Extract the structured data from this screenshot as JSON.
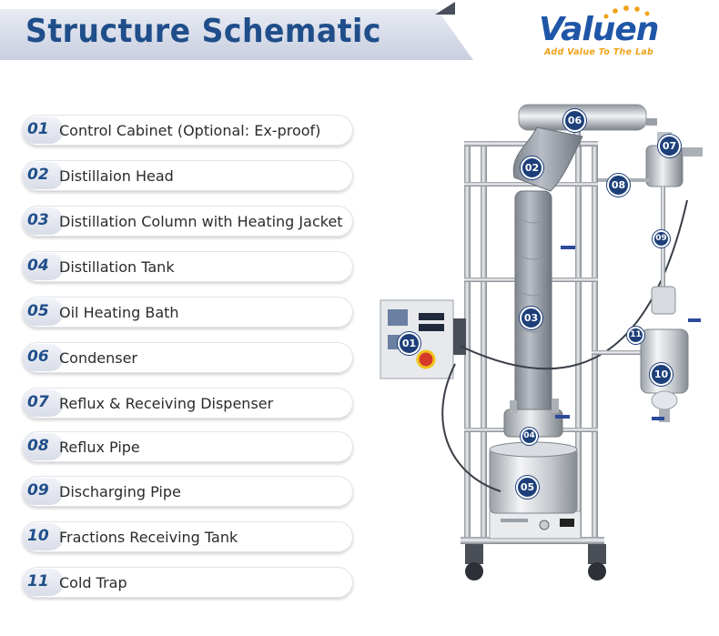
{
  "header": {
    "title": "Structure Schematic",
    "logo_text": "Valuen",
    "logo_tagline": "Add Value To The Lab"
  },
  "parts": [
    {
      "num": "01",
      "label": "Control Cabinet (Optional: Ex-proof)"
    },
    {
      "num": "02",
      "label": "Distillaion Head"
    },
    {
      "num": "03",
      "label": "Distillation Column with Heating Jacket"
    },
    {
      "num": "04",
      "label": "Distillation Tank"
    },
    {
      "num": "05",
      "label": "Oil Heating Bath"
    },
    {
      "num": "06",
      "label": "Condenser"
    },
    {
      "num": "07",
      "label": "Reflux & Receiving Dispenser"
    },
    {
      "num": "08",
      "label": "Reflux Pipe"
    },
    {
      "num": "09",
      "label": "Discharging Pipe"
    },
    {
      "num": "10",
      "label": "Fractions Receiving Tank"
    },
    {
      "num": "11",
      "label": "Cold Trap"
    }
  ],
  "callouts": [
    "06",
    "07",
    "02",
    "08",
    "09",
    "03",
    "11",
    "01",
    "10",
    "04",
    "05"
  ],
  "colors": {
    "title_blue": "#1f4e8a",
    "callout_navy": "#1d3f7a",
    "logo_blue": "#1f56a8",
    "logo_orange": "#f0a21a"
  }
}
